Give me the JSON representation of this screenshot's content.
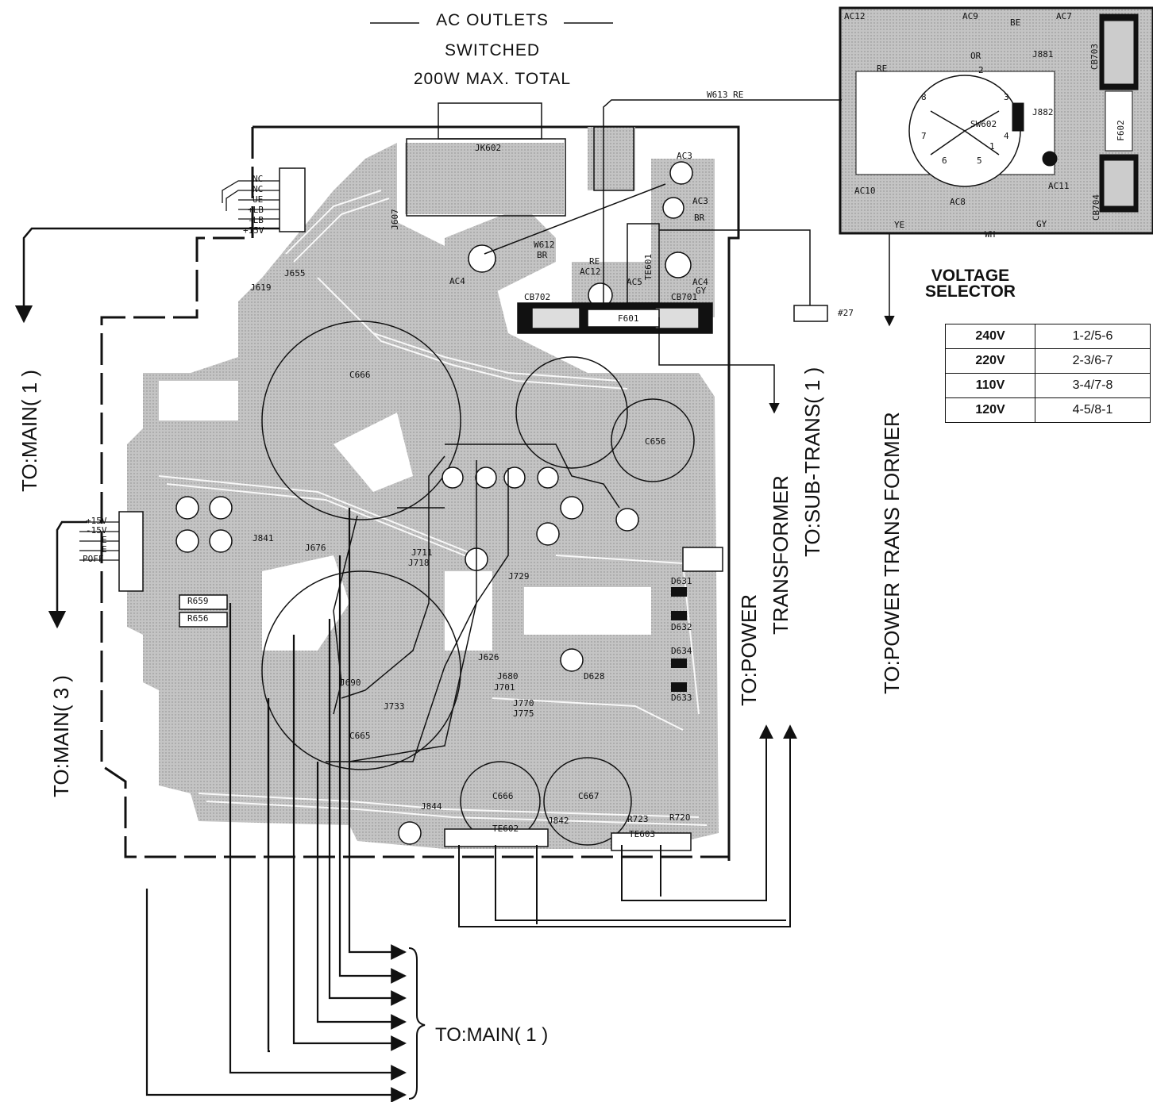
{
  "header": {
    "title": "AC OUTLETS",
    "line2": "SWITCHED",
    "line3": "200W MAX. TOTAL"
  },
  "voltage_selector": {
    "title_line1": "VOLTAGE",
    "title_line2": "SELECTOR",
    "rows": [
      {
        "voltage": "240V",
        "connection": "1-2/5-6"
      },
      {
        "voltage": "220V",
        "connection": "2-3/6-7"
      },
      {
        "voltage": "110V",
        "connection": "3-4/7-8"
      },
      {
        "voltage": "120V",
        "connection": "4-5/8-1"
      }
    ]
  },
  "destinations": {
    "main1_left": "TO:MAIN( 1 )",
    "main3_left": "TO:MAIN( 3 )",
    "power_transformer": "TO:POWER",
    "power_transformer_2": "TRANSFORMER",
    "sub_trans": "TO:SUB-TRANS( 1 )",
    "power_trans_right": "TO:POWER TRANS FORMER",
    "main1_bottom": "TO:MAIN( 1 )"
  },
  "connectors": {
    "cb615_pins": [
      "NC",
      "NC",
      "UE",
      "+LB",
      "-LB",
      "+15V"
    ],
    "cb608_pins": [
      "+15V",
      "-15V",
      "E",
      "E",
      "POFF"
    ]
  },
  "wires": {
    "w613": "W613   RE",
    "w612": "W612",
    "w612_color": "BR",
    "tag27": "#27"
  },
  "components": {
    "jk602": "JK602",
    "cb702": "CB702",
    "cb701": "CB701",
    "f601": "F601",
    "te601": "TE601",
    "c666_top": "C666",
    "c656": "C656",
    "c665": "C665",
    "c666": "C666",
    "c667": "C667",
    "te602": "TE602",
    "te603": "TE603",
    "j844": "J844",
    "j842": "J842",
    "r723": "R723",
    "r720": "R720",
    "sw602": "SW602",
    "cb703": "CB703",
    "cb704": "CB704",
    "f602": "F602",
    "j881": "J881",
    "j882": "J882",
    "j690": "J690",
    "j733": "J733",
    "j841": "J841",
    "j676": "J676",
    "j655": "J655",
    "j619": "J619",
    "j607": "J607",
    "r659": "R659",
    "r656": "R656",
    "d631": "D631",
    "d632": "D632",
    "d634": "D634",
    "d633": "D633",
    "d628": "D628",
    "j680": "J680",
    "j701": "J701",
    "j770": "J770",
    "j775": "J775",
    "j626": "J626",
    "j729": "J729",
    "j711": "J711",
    "j718": "J718"
  },
  "terminals": {
    "ac3": "AC3",
    "ac3b": "AC3",
    "ac4": "AC4",
    "ac4b": "AC4",
    "ac12": "AC12",
    "ac5": "AC5",
    "ac12r": "AC12",
    "ac9": "AC9",
    "ac7": "AC7",
    "ac10": "AC10",
    "ac8": "AC8",
    "ac11": "AC11",
    "be_top": "BE",
    "re_sel": "RE",
    "or_sel": "OR",
    "ye": "YE",
    "wh": "WH",
    "gy": "GY",
    "br": "BR",
    "re_mid": "RE",
    "gy_mid": "GY"
  },
  "selector_numbers": [
    "1",
    "2",
    "3",
    "4",
    "5",
    "6",
    "7",
    "8"
  ]
}
